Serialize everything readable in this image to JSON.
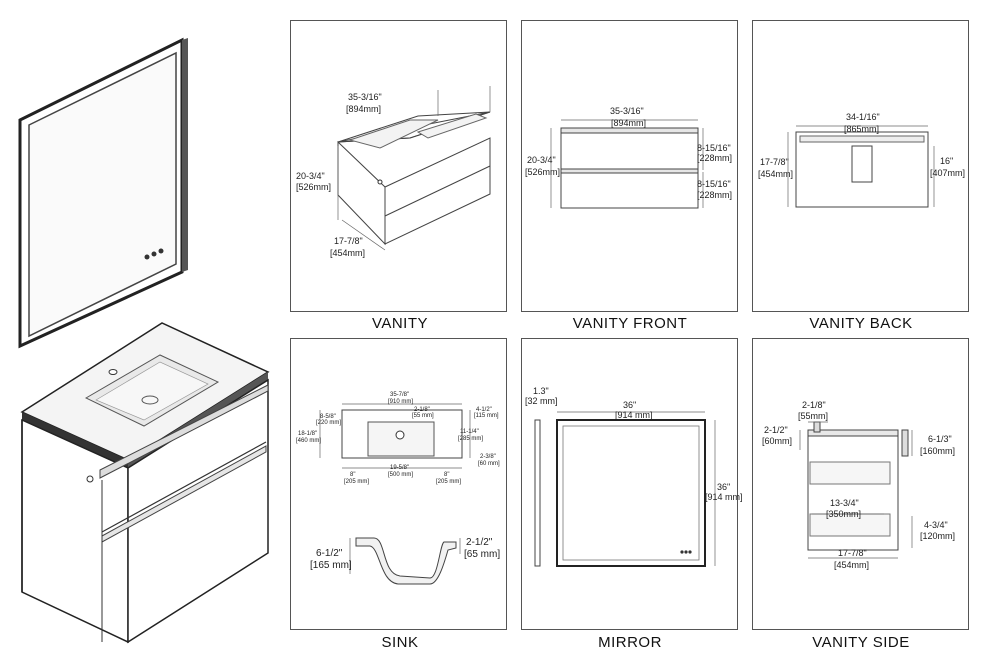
{
  "captions": {
    "vanity": "VANITY",
    "vanity_front": "VANITY FRONT",
    "vanity_back": "VANITY  BACK",
    "sink": "SINK",
    "mirror": "MIRROR",
    "vanity_side": "VANITY SIDE"
  },
  "vanity": {
    "width_in": "35-3/16\"",
    "width_mm": "[894mm]",
    "height_in": "20-3/4\"",
    "height_mm": "[526mm]",
    "depth_in": "17-7/8\"",
    "depth_mm": "[454mm]"
  },
  "vanity_front": {
    "width_in": "35-3/16\"",
    "width_mm": "[894mm]",
    "height_in": "20-3/4\"",
    "height_mm": "[526mm]",
    "drawer1_in": "8-15/16\"",
    "drawer1_mm": "[228mm]",
    "drawer2_in": "8-15/16\"",
    "drawer2_mm": "[228mm]"
  },
  "vanity_back": {
    "width_in": "34-1/16\"",
    "width_mm": "[865mm]",
    "height_in": "17-7/8\"",
    "height_mm": "[454mm]",
    "right_in": "16\"",
    "right_mm": "[407mm]"
  },
  "sink": {
    "top_width_in": "35-7/8\"",
    "top_width_mm": "[910 mm]",
    "left1_in": "8-5/8\"",
    "left1_mm": "[220 mm]",
    "left2_in": "18-1/8\"",
    "left2_mm": "[460 mm]",
    "tap_in": "2-1/8\"",
    "tap_mm": "[55 mm]",
    "r1_in": "4-1/2\"",
    "r1_mm": "[115 mm]",
    "r2_in": "11-1/4\"",
    "r2_mm": "[285 mm]",
    "r3_in": "2-3/8\"",
    "r3_mm": "[60 mm]",
    "b1_in": "8\"",
    "b1_mm": "[205 mm]",
    "b2_in": "19-5/8\"",
    "b2_mm": "[500 mm]",
    "b3_in": "8\"",
    "b3_mm": "[205 mm]",
    "sec_left_in": "6-1/2\"",
    "sec_left_mm": "[165 mm]",
    "sec_right_in": "2-1/2\"",
    "sec_right_mm": "[65 mm]"
  },
  "mirror": {
    "thick_in": "1.3\"",
    "thick_mm": "[32 mm]",
    "width_in": "36\"",
    "width_mm": "[914 mm]",
    "height_in": "36\"",
    "height_mm": "[914 mm]"
  },
  "vanity_side": {
    "top_in": "2-1/8\"",
    "top_mm": "[55mm]",
    "left_in": "2-1/2\"",
    "left_mm": "[60mm]",
    "right_in": "6-1/3\"",
    "right_mm": "[160mm]",
    "mid_in": "13-3/4\"",
    "mid_mm": "[350mm]",
    "low_in": "4-3/4\"",
    "low_mm": "[120mm]",
    "depth_in": "17-7/8\"",
    "depth_mm": "[454mm]"
  }
}
